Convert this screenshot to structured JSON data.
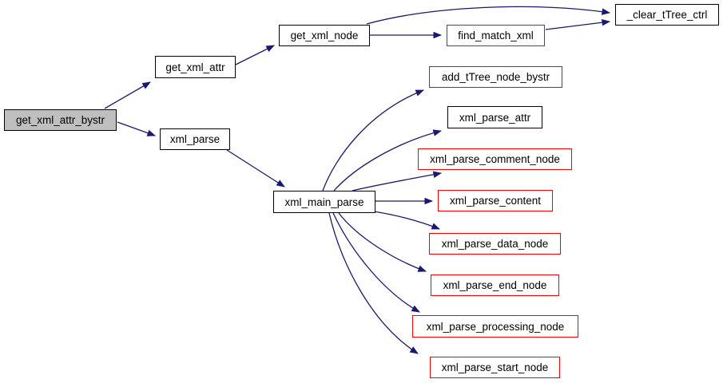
{
  "diagram": {
    "type": "call-graph",
    "colors": {
      "background": "#ffffff",
      "edge": "#191970",
      "node_border": "#000000",
      "truncated_node_border": "#ff0000",
      "focus_node_fill": "#bfbfbf",
      "node_fill": "#ffffff",
      "text": "#000000"
    },
    "nodes": [
      {
        "id": "get_xml_attr_bystr",
        "label": "get_xml_attr_bystr",
        "style": "focus"
      },
      {
        "id": "get_xml_attr",
        "label": "get_xml_attr",
        "style": "normal"
      },
      {
        "id": "xml_parse",
        "label": "xml_parse",
        "style": "normal"
      },
      {
        "id": "get_xml_node",
        "label": "get_xml_node",
        "style": "normal"
      },
      {
        "id": "find_match_xml",
        "label": "find_match_xml",
        "style": "truncated"
      },
      {
        "id": "_clear_tTree_ctrl",
        "label": "_clear_tTree_ctrl",
        "style": "normal"
      },
      {
        "id": "xml_main_parse",
        "label": "xml_main_parse",
        "style": "normal"
      },
      {
        "id": "add_tTree_node_bystr",
        "label": "add_tTree_node_bystr",
        "style": "truncated"
      },
      {
        "id": "xml_parse_attr",
        "label": "xml_parse_attr",
        "style": "normal"
      },
      {
        "id": "xml_parse_comment_node",
        "label": "xml_parse_comment_node",
        "style": "truncated"
      },
      {
        "id": "xml_parse_content",
        "label": "xml_parse_content",
        "style": "truncated"
      },
      {
        "id": "xml_parse_data_node",
        "label": "xml_parse_data_node",
        "style": "truncated"
      },
      {
        "id": "xml_parse_end_node",
        "label": "xml_parse_end_node",
        "style": "truncated"
      },
      {
        "id": "xml_parse_processing_node",
        "label": "xml_parse_processing_node",
        "style": "truncated"
      },
      {
        "id": "xml_parse_start_node",
        "label": "xml_parse_start_node",
        "style": "truncated"
      }
    ],
    "edges": [
      {
        "from": "get_xml_attr_bystr",
        "to": "get_xml_attr"
      },
      {
        "from": "get_xml_attr_bystr",
        "to": "xml_parse"
      },
      {
        "from": "get_xml_attr",
        "to": "get_xml_node"
      },
      {
        "from": "get_xml_node",
        "to": "_clear_tTree_ctrl"
      },
      {
        "from": "get_xml_node",
        "to": "find_match_xml"
      },
      {
        "from": "find_match_xml",
        "to": "_clear_tTree_ctrl"
      },
      {
        "from": "xml_parse",
        "to": "xml_main_parse"
      },
      {
        "from": "xml_main_parse",
        "to": "add_tTree_node_bystr"
      },
      {
        "from": "xml_main_parse",
        "to": "xml_parse_attr"
      },
      {
        "from": "xml_main_parse",
        "to": "xml_parse_comment_node"
      },
      {
        "from": "xml_main_parse",
        "to": "xml_parse_content"
      },
      {
        "from": "xml_main_parse",
        "to": "xml_parse_data_node"
      },
      {
        "from": "xml_main_parse",
        "to": "xml_parse_end_node"
      },
      {
        "from": "xml_main_parse",
        "to": "xml_parse_processing_node"
      },
      {
        "from": "xml_main_parse",
        "to": "xml_parse_start_node"
      }
    ]
  }
}
